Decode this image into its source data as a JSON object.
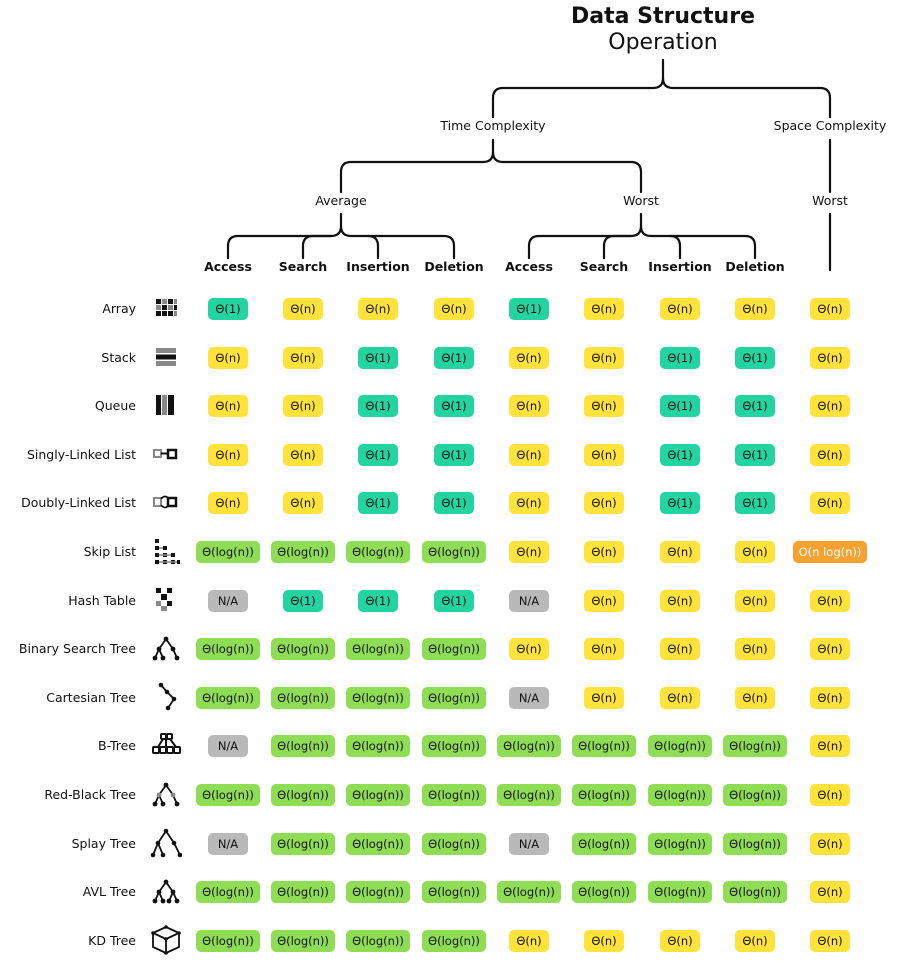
{
  "header": {
    "title": "Data Structure",
    "subtitle": "Operation"
  },
  "tree": {
    "time_complexity": "Time Complexity",
    "space_complexity": "Space Complexity",
    "average": "Average",
    "worst": "Worst",
    "space_worst": "Worst"
  },
  "columns": [
    "Access",
    "Search",
    "Insertion",
    "Deletion",
    "Access",
    "Search",
    "Insertion",
    "Deletion"
  ],
  "rating_colors": {
    "good": "#23d3a0",
    "fair": "#ffe23a",
    "mid": "#8fdd55",
    "bad": "#f7a230",
    "na": "#b9b9b9"
  },
  "rows": [
    {
      "name": "Array",
      "icon": "array-icon",
      "cells": [
        "Θ(1)",
        "Θ(n)",
        "Θ(n)",
        "Θ(n)",
        "Θ(1)",
        "Θ(n)",
        "Θ(n)",
        "Θ(n)",
        "Θ(n)"
      ]
    },
    {
      "name": "Stack",
      "icon": "stack-icon",
      "cells": [
        "Θ(n)",
        "Θ(n)",
        "Θ(1)",
        "Θ(1)",
        "Θ(n)",
        "Θ(n)",
        "Θ(1)",
        "Θ(1)",
        "Θ(n)"
      ]
    },
    {
      "name": "Queue",
      "icon": "queue-icon",
      "cells": [
        "Θ(n)",
        "Θ(n)",
        "Θ(1)",
        "Θ(1)",
        "Θ(n)",
        "Θ(n)",
        "Θ(1)",
        "Θ(1)",
        "Θ(n)"
      ]
    },
    {
      "name": "Singly-Linked List",
      "icon": "singly-linked-list-icon",
      "cells": [
        "Θ(n)",
        "Θ(n)",
        "Θ(1)",
        "Θ(1)",
        "Θ(n)",
        "Θ(n)",
        "Θ(1)",
        "Θ(1)",
        "Θ(n)"
      ]
    },
    {
      "name": "Doubly-Linked List",
      "icon": "doubly-linked-list-icon",
      "cells": [
        "Θ(n)",
        "Θ(n)",
        "Θ(1)",
        "Θ(1)",
        "Θ(n)",
        "Θ(n)",
        "Θ(1)",
        "Θ(1)",
        "Θ(n)"
      ]
    },
    {
      "name": "Skip List",
      "icon": "skip-list-icon",
      "cells": [
        "Θ(log(n))",
        "Θ(log(n))",
        "Θ(log(n))",
        "Θ(log(n))",
        "Θ(n)",
        "Θ(n)",
        "Θ(n)",
        "Θ(n)",
        "O(n log(n))"
      ]
    },
    {
      "name": "Hash Table",
      "icon": "hash-table-icon",
      "cells": [
        "N/A",
        "Θ(1)",
        "Θ(1)",
        "Θ(1)",
        "N/A",
        "Θ(n)",
        "Θ(n)",
        "Θ(n)",
        "Θ(n)"
      ]
    },
    {
      "name": "Binary Search Tree",
      "icon": "binary-search-tree-icon",
      "cells": [
        "Θ(log(n))",
        "Θ(log(n))",
        "Θ(log(n))",
        "Θ(log(n))",
        "Θ(n)",
        "Θ(n)",
        "Θ(n)",
        "Θ(n)",
        "Θ(n)"
      ]
    },
    {
      "name": "Cartesian Tree",
      "icon": "cartesian-tree-icon",
      "cells": [
        "Θ(log(n))",
        "Θ(log(n))",
        "Θ(log(n))",
        "Θ(log(n))",
        "N/A",
        "Θ(n)",
        "Θ(n)",
        "Θ(n)",
        "Θ(n)"
      ]
    },
    {
      "name": "B-Tree",
      "icon": "b-tree-icon",
      "cells": [
        "N/A",
        "Θ(log(n))",
        "Θ(log(n))",
        "Θ(log(n))",
        "Θ(log(n))",
        "Θ(log(n))",
        "Θ(log(n))",
        "Θ(log(n))",
        "Θ(n)"
      ]
    },
    {
      "name": "Red-Black Tree",
      "icon": "red-black-tree-icon",
      "cells": [
        "Θ(log(n))",
        "Θ(log(n))",
        "Θ(log(n))",
        "Θ(log(n))",
        "Θ(log(n))",
        "Θ(log(n))",
        "Θ(log(n))",
        "Θ(log(n))",
        "Θ(n)"
      ]
    },
    {
      "name": "Splay Tree",
      "icon": "splay-tree-icon",
      "cells": [
        "N/A",
        "Θ(log(n))",
        "Θ(log(n))",
        "Θ(log(n))",
        "N/A",
        "Θ(log(n))",
        "Θ(log(n))",
        "Θ(log(n))",
        "Θ(n)"
      ]
    },
    {
      "name": "AVL Tree",
      "icon": "avl-tree-icon",
      "cells": [
        "Θ(log(n))",
        "Θ(log(n))",
        "Θ(log(n))",
        "Θ(log(n))",
        "Θ(log(n))",
        "Θ(log(n))",
        "Θ(log(n))",
        "Θ(log(n))",
        "Θ(n)"
      ]
    },
    {
      "name": "KD Tree",
      "icon": "kd-tree-icon",
      "cells": [
        "Θ(log(n))",
        "Θ(log(n))",
        "Θ(log(n))",
        "Θ(log(n))",
        "Θ(n)",
        "Θ(n)",
        "Θ(n)",
        "Θ(n)",
        "Θ(n)"
      ]
    }
  ]
}
